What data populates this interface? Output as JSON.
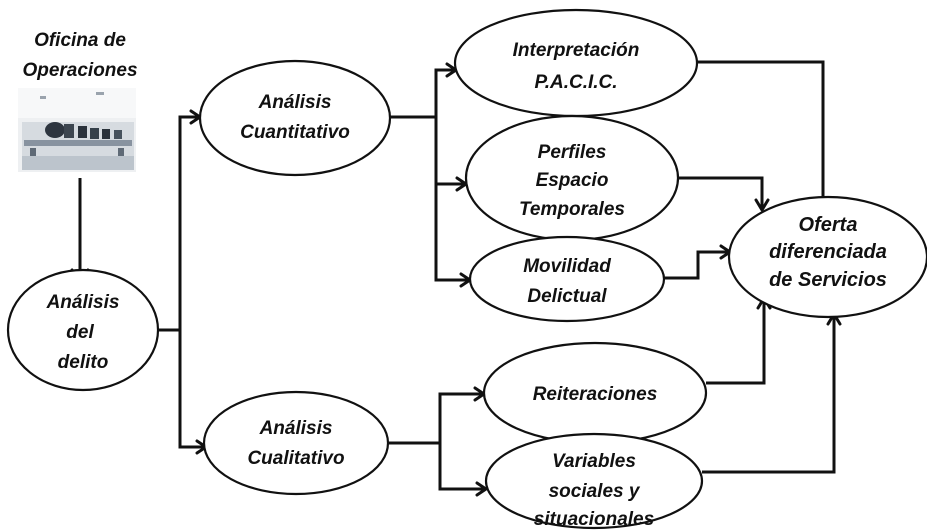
{
  "office": {
    "title_line1": "Oficina de",
    "title_line2": "Operaciones",
    "photo": "office-photo"
  },
  "nodes": {
    "analisis_delito": [
      "Análisis",
      "del",
      "delito"
    ],
    "analisis_cuantitativo": [
      "Análisis",
      "Cuantitativo"
    ],
    "analisis_cualitativo": [
      "Análisis",
      "Cualitativo"
    ],
    "interpretacion": [
      "Interpretación",
      "P.A.C.I.C."
    ],
    "perfiles": [
      "Perfiles",
      "Espacio",
      "Temporales"
    ],
    "movilidad": [
      "Movilidad",
      "Delictual"
    ],
    "reiteraciones": [
      "Reiteraciones"
    ],
    "variables": [
      "Variables",
      "sociales y",
      "situacionales"
    ],
    "oferta": [
      "Oferta",
      "diferenciada",
      "de Servicios"
    ]
  },
  "colors": {
    "stroke": "#111111",
    "text": "#111111",
    "background": "#ffffff"
  }
}
